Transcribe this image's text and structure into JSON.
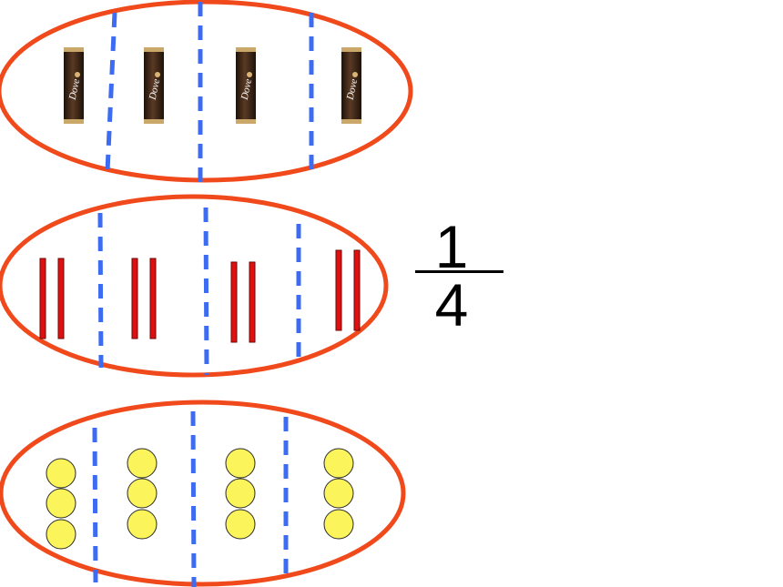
{
  "colors": {
    "ellipse_stroke": "#f04a1c",
    "divider": "#3d6cf2",
    "stick": "#e01010",
    "candy_wrapper": "#3a2416",
    "candy_gold": "#c9a86a",
    "ball_fill": "#fbf45a",
    "ball_stroke": "#2a2a2a"
  },
  "groups": [
    {
      "name": "candy-bars-group",
      "item": "candy-bar",
      "parts": 4,
      "items_per_part": 1,
      "brand_text": "Dove"
    },
    {
      "name": "sticks-group",
      "item": "stick",
      "parts": 4,
      "items_per_part": 2
    },
    {
      "name": "balls-group",
      "item": "ball",
      "parts": 4,
      "items_per_part": 3
    }
  ],
  "fraction": {
    "numerator": "1",
    "denominator": "4"
  }
}
